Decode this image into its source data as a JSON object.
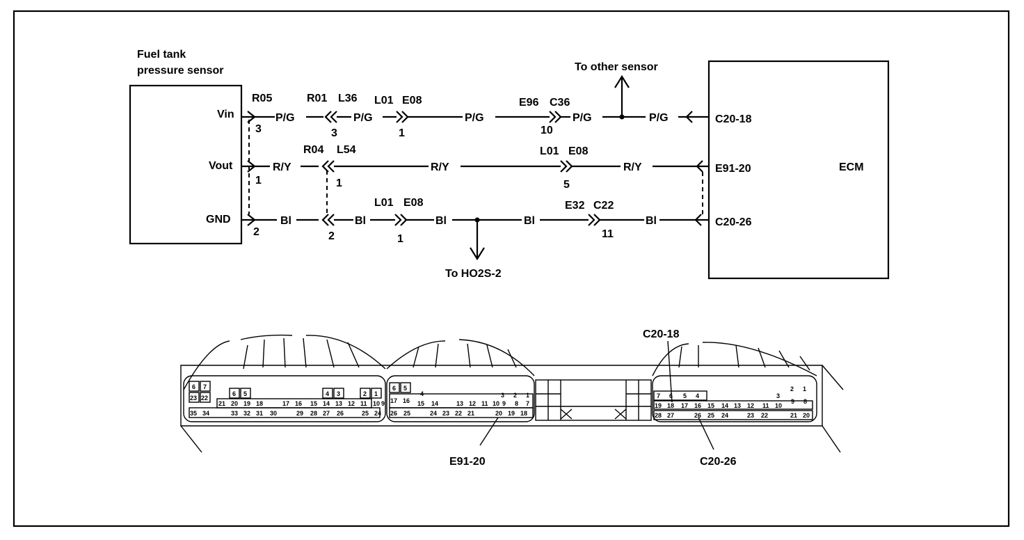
{
  "sensor": {
    "title_line1": "Fuel tank",
    "title_line2": "pressure sensor",
    "pin_vin": "Vin",
    "pin_vout": "Vout",
    "pin_gnd": "GND"
  },
  "ecm": {
    "title": "ECM",
    "term1": "C20-18",
    "term2": "E91-20",
    "term3": "C20-26"
  },
  "branches": {
    "other_sensor": "To other sensor",
    "ho2s": "To HO2S-2"
  },
  "wire_colors": {
    "pg": "P/G",
    "ry": "R/Y",
    "bl": "Bl"
  },
  "connectors": {
    "r05": "R05",
    "r01": "R01",
    "l36": "L36",
    "l01": "L01",
    "e08": "E08",
    "e96": "E96",
    "c36": "C36",
    "r04": "R04",
    "l54": "L54",
    "e32": "E32",
    "c22": "C22"
  },
  "pins": {
    "vin_r05": "3",
    "vin_r01": "3",
    "vin_l01": "1",
    "vin_e96": "10",
    "vout_r05": "1",
    "vout_r04": "1",
    "vout_l01": "5",
    "gnd_r05": "2",
    "gnd_r04": "2",
    "gnd_l01": "1",
    "gnd_e32": "11"
  },
  "callouts": {
    "c20_18": "C20-18",
    "e91_20": "E91-20",
    "c20_26": "C20-26"
  },
  "ecm_connector_pins": {
    "left_r1": [
      "6",
      "7",
      "6",
      "5",
      "4",
      "3",
      "2",
      "1"
    ],
    "left_r2": [
      "23",
      "22",
      "21",
      "20",
      "19",
      "18",
      "17",
      "16",
      "15",
      "14",
      "13",
      "12",
      "11",
      "10",
      "9"
    ],
    "left_r3": [
      "35",
      "34",
      "33",
      "32",
      "31",
      "30",
      "29",
      "28",
      "27",
      "26",
      "25",
      "24"
    ],
    "mid_r1": [
      "6",
      "5",
      "4",
      "3",
      "2",
      "1"
    ],
    "mid_r2": [
      "17",
      "16",
      "15",
      "14",
      "13",
      "12",
      "11",
      "10",
      "9",
      "8",
      "7"
    ],
    "mid_r3": [
      "26",
      "25",
      "24",
      "23",
      "22",
      "21",
      "20",
      "19",
      "18"
    ],
    "right_r1": [
      "7",
      "6",
      "5",
      "4",
      "3",
      "2",
      "1"
    ],
    "right_r2": [
      "19",
      "18",
      "17",
      "16",
      "15",
      "14",
      "13",
      "12",
      "11",
      "10",
      "9",
      "8"
    ],
    "right_r3": [
      "28",
      "27",
      "26",
      "25",
      "24",
      "23",
      "22",
      "21",
      "20"
    ]
  }
}
